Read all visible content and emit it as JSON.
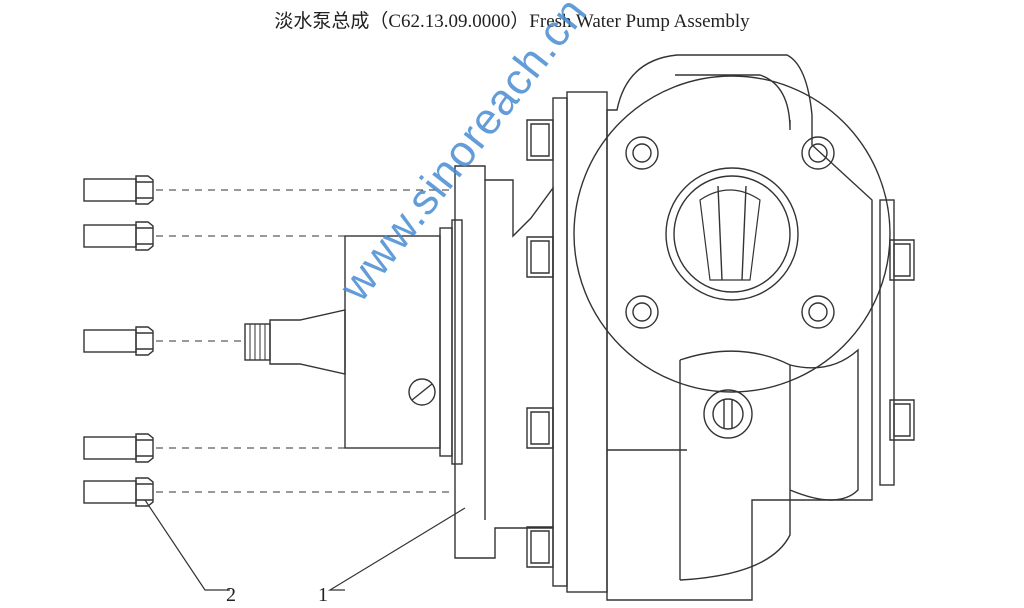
{
  "title": "淡水泵总成（C62.13.09.0000）Fresh Water Pump Assembly",
  "callouts": {
    "part1": "1",
    "part2": "2"
  },
  "watermark": "www.sinoreach.cn",
  "colors": {
    "line": "#333333",
    "watermark": "#468cd2"
  }
}
